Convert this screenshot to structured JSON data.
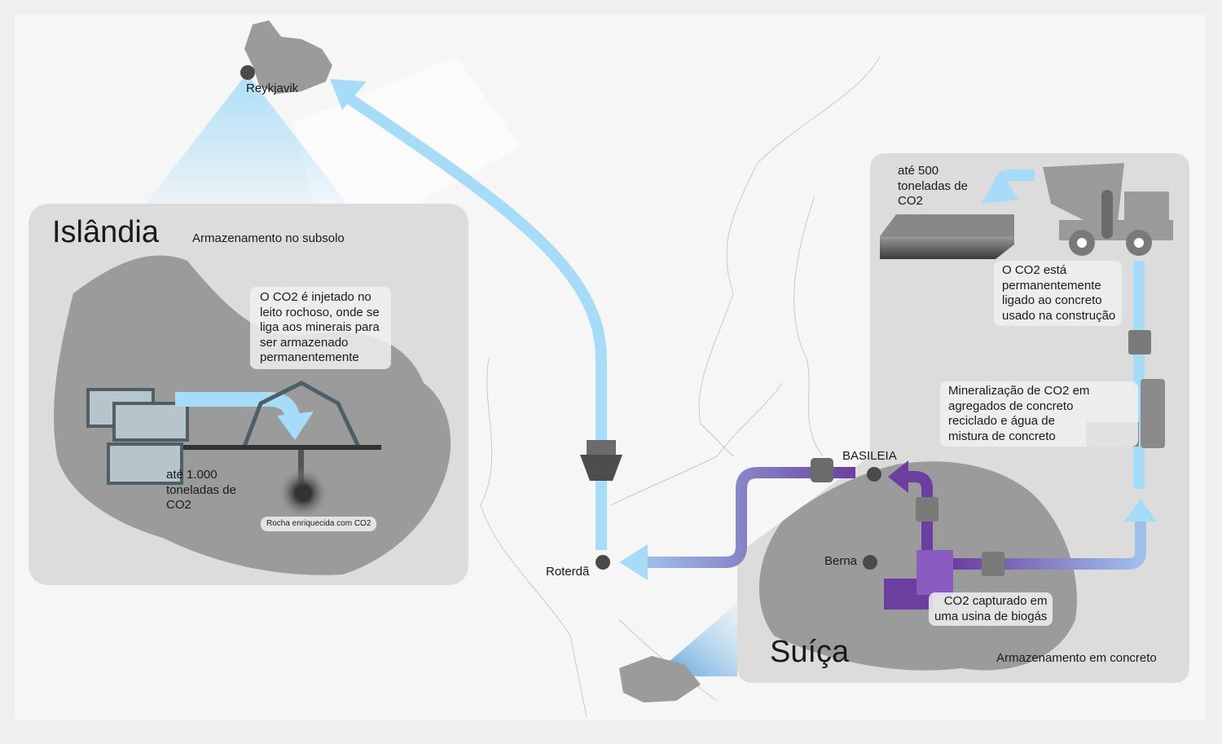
{
  "iceland": {
    "title": "Islândia",
    "subtitle": "Armazenamento no subsolo",
    "injection_note": [
      "O CO2 é injetado no",
      "leito rochoso, onde se",
      "liga aos minerais para",
      "ser armazenado",
      "permanentemente"
    ],
    "capacity": [
      "até 1.000",
      "toneladas de",
      "CO2"
    ],
    "rock_label": "Rocha enriquecida com CO2"
  },
  "cities": {
    "reykjavik": "Reykjavik",
    "rotterdam": "Roterdã",
    "basel": "BASILEIA",
    "bern": "Berna"
  },
  "switzerland": {
    "title": "Suíça",
    "subtitle": "Armazenamento em concreto",
    "capacity": [
      "até 500",
      "toneladas de",
      "CO2"
    ],
    "concrete_note": [
      "O CO2 está",
      "permanentemente",
      "ligado ao concreto",
      "usado na construção"
    ],
    "mineralization_note": [
      "Mineralização de CO2 em",
      "agregados de concreto",
      "reciclado e água de",
      "mistura de concreto"
    ],
    "capture_note": [
      "CO2 capturado em",
      "uma usina de biogás"
    ]
  },
  "colors": {
    "co2_flow": "#a6dcf7",
    "purple_flow": "#6b3fa0",
    "panel": "#dcdcdc",
    "land": "#9b9b9b"
  }
}
